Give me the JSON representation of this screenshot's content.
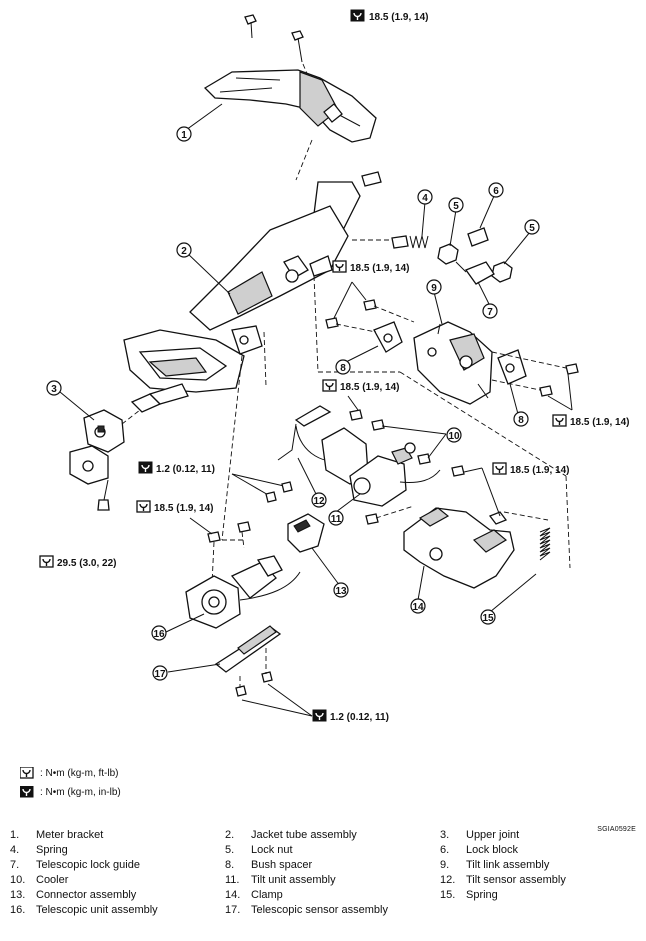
{
  "torque_labels": {
    "t1": "18.5 (1.9, 14)",
    "t2": "18.5 (1.9, 14)",
    "t3": "18.5 (1.9, 14)",
    "t4": "18.5 (1.9, 14)",
    "t5": "1.2 (0.12, 11)",
    "t6": "18.5 (1.9, 14)",
    "t7": "18.5 (1.9, 14)",
    "t8": "29.5 (3.0, 22)",
    "t9": "1.2 (0.12, 11)"
  },
  "callouts": [
    "1",
    "2",
    "3",
    "4",
    "5",
    "6",
    "5",
    "7",
    "8",
    "9",
    "8",
    "10",
    "11",
    "12",
    "13",
    "14",
    "15",
    "16",
    "17"
  ],
  "legend": {
    "nm_ft_lb": ": N•m  (kg-m,  ft-lb)",
    "nm_in_lb": ": N•m  (kg-m,  in-lb)"
  },
  "figure_code": "SGIA0592E",
  "parts_list": [
    {
      "num": "1.",
      "name": "Meter bracket"
    },
    {
      "num": "2.",
      "name": "Jacket tube assembly"
    },
    {
      "num": "3.",
      "name": "Upper joint"
    },
    {
      "num": "4.",
      "name": "Spring"
    },
    {
      "num": "5.",
      "name": "Lock nut"
    },
    {
      "num": "6.",
      "name": "Lock block"
    },
    {
      "num": "7.",
      "name": "Telescopic lock guide"
    },
    {
      "num": "8.",
      "name": "Bush spacer"
    },
    {
      "num": "9.",
      "name": "Tilt link assembly"
    },
    {
      "num": "10.",
      "name": "Cooler"
    },
    {
      "num": "11.",
      "name": "Tilt unit assembly"
    },
    {
      "num": "12.",
      "name": "Tilt sensor assembly"
    },
    {
      "num": "13.",
      "name": "Connector assembly"
    },
    {
      "num": "14.",
      "name": "Clamp"
    },
    {
      "num": "15.",
      "name": "Spring"
    },
    {
      "num": "16.",
      "name": "Telescopic unit assembly"
    },
    {
      "num": "17.",
      "name": "Telescopic sensor assembly"
    }
  ]
}
